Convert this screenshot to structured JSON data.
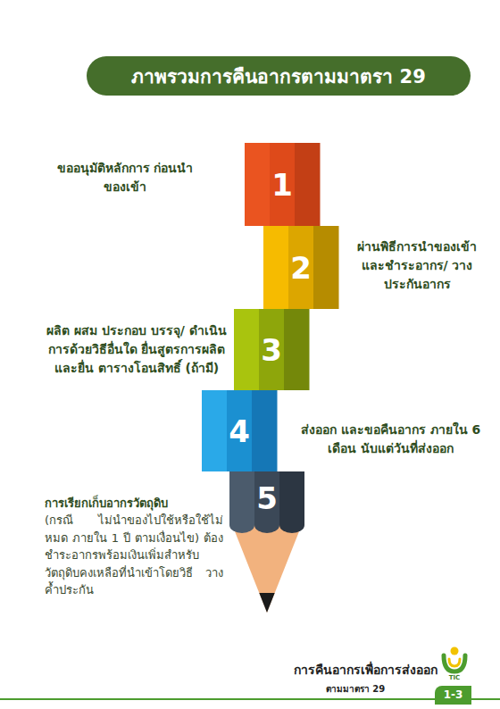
{
  "diagram": {
    "title": "ภาพรวมการคืนอากรตามมาตรา 29",
    "nodes": [
      {
        "text": [
          "1",
          "ขออนุมัติหลักการ ก่อนนำของเข้า"
        ]
      },
      {
        "text": [
          "2",
          "ผ่านพิธีการนำของเข้า และชำระอากร/ วางประกันอากร"
        ]
      },
      {
        "text": [
          "3",
          "ผลิต ผสม ประกอบ บรรจุ/ ดำเนินการด้วยวิธีอื่นใด ยื่นสูตรการผลิต และยื่น ตารางโอนสิทธิ์ (ถ้ามี)"
        ]
      },
      {
        "text": [
          "4",
          "ส่งออก และขอคืนอากร ภายใน 6 เดือน นับแต่วันที่ส่งออก"
        ]
      },
      {
        "text": [
          "5",
          "การเรียกเก็บอากรวัตถุดิบ",
          "(กรณี ไม่นำของไปใช้หรือใช้ไม่หมด ภายใน 1 ปี ตามเงื่อนไข) ต้อง ชำระอากรพร้อมเงินเพิ่มสำหรับ วัตถุดิบคงเหลือที่นำเข้าโดยวิธี วางค้ำประกัน"
        ]
      }
    ],
    "labels": [
      "การคืนอากรเพื่อการส่งออก",
      "ตามมาตรา 29",
      "TIC",
      "1-3"
    ]
  }
}
